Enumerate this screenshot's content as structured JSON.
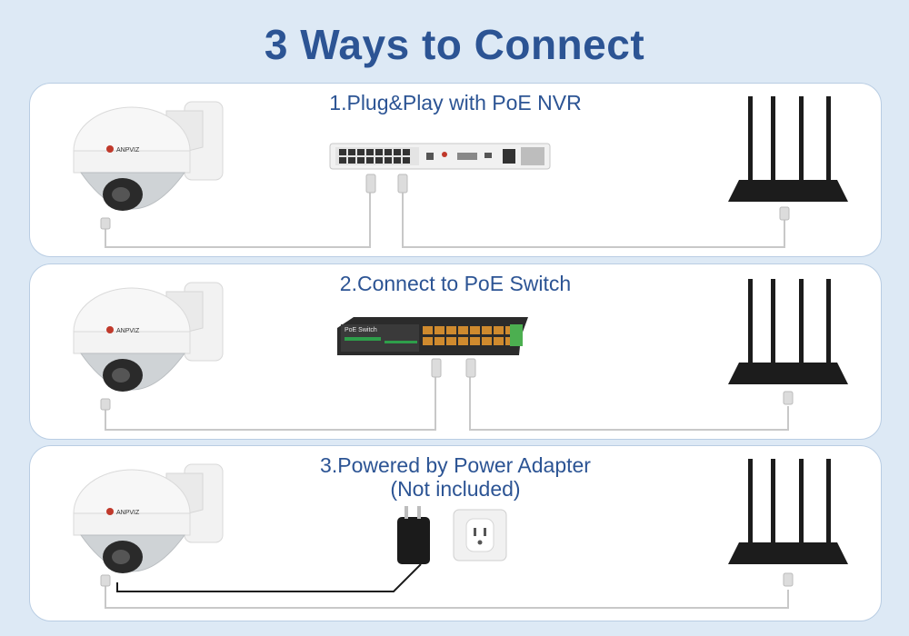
{
  "header": {
    "title": "3 Ways to Connect"
  },
  "methods": [
    {
      "title": "1.Plug&Play with PoE NVR",
      "subtitle": ""
    },
    {
      "title": "2.Connect to PoE Switch",
      "subtitle": ""
    },
    {
      "title": "3.Powered by Power Adapter",
      "subtitle": "(Not included)"
    }
  ],
  "devices": {
    "camera_brand": "ANPVIZ",
    "switch_label": "PoE Switch"
  },
  "colors": {
    "background": "#dde9f5",
    "title": "#2c5494",
    "panel_border": "#b9cde3",
    "cable": "#c8c8c8",
    "power_cable": "#1a1a1a",
    "router": "#1c1c1c"
  }
}
